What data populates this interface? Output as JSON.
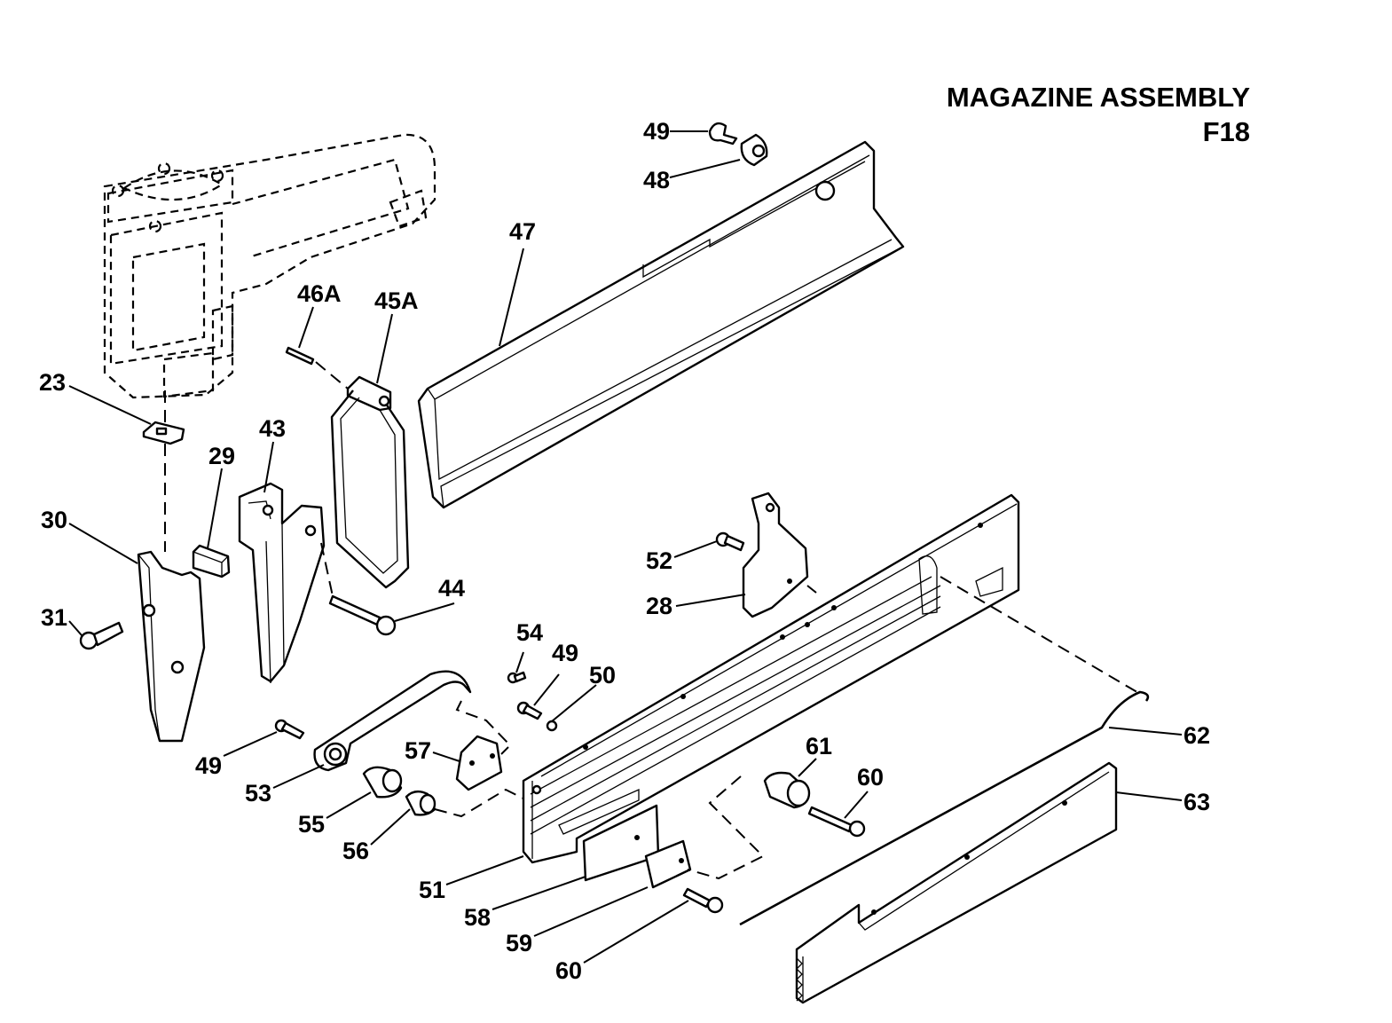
{
  "header": {
    "title": "MAGAZINE ASSEMBLY",
    "figure_code": "F18"
  },
  "callouts": [
    {
      "id": "49a",
      "label": "49"
    },
    {
      "id": "48",
      "label": "48"
    },
    {
      "id": "47",
      "label": "47"
    },
    {
      "id": "46A",
      "label": "46A"
    },
    {
      "id": "45A",
      "label": "45A"
    },
    {
      "id": "23",
      "label": "23"
    },
    {
      "id": "43",
      "label": "43"
    },
    {
      "id": "29",
      "label": "29"
    },
    {
      "id": "30",
      "label": "30"
    },
    {
      "id": "31",
      "label": "31"
    },
    {
      "id": "44",
      "label": "44"
    },
    {
      "id": "52",
      "label": "52"
    },
    {
      "id": "28",
      "label": "28"
    },
    {
      "id": "54",
      "label": "54"
    },
    {
      "id": "49b",
      "label": "49"
    },
    {
      "id": "50",
      "label": "50"
    },
    {
      "id": "57",
      "label": "57"
    },
    {
      "id": "49c",
      "label": "49"
    },
    {
      "id": "53",
      "label": "53"
    },
    {
      "id": "55",
      "label": "55"
    },
    {
      "id": "56",
      "label": "56"
    },
    {
      "id": "61",
      "label": "61"
    },
    {
      "id": "60a",
      "label": "60"
    },
    {
      "id": "62",
      "label": "62"
    },
    {
      "id": "63",
      "label": "63"
    },
    {
      "id": "51",
      "label": "51"
    },
    {
      "id": "58",
      "label": "58"
    },
    {
      "id": "59",
      "label": "59"
    },
    {
      "id": "60b",
      "label": "60"
    }
  ]
}
